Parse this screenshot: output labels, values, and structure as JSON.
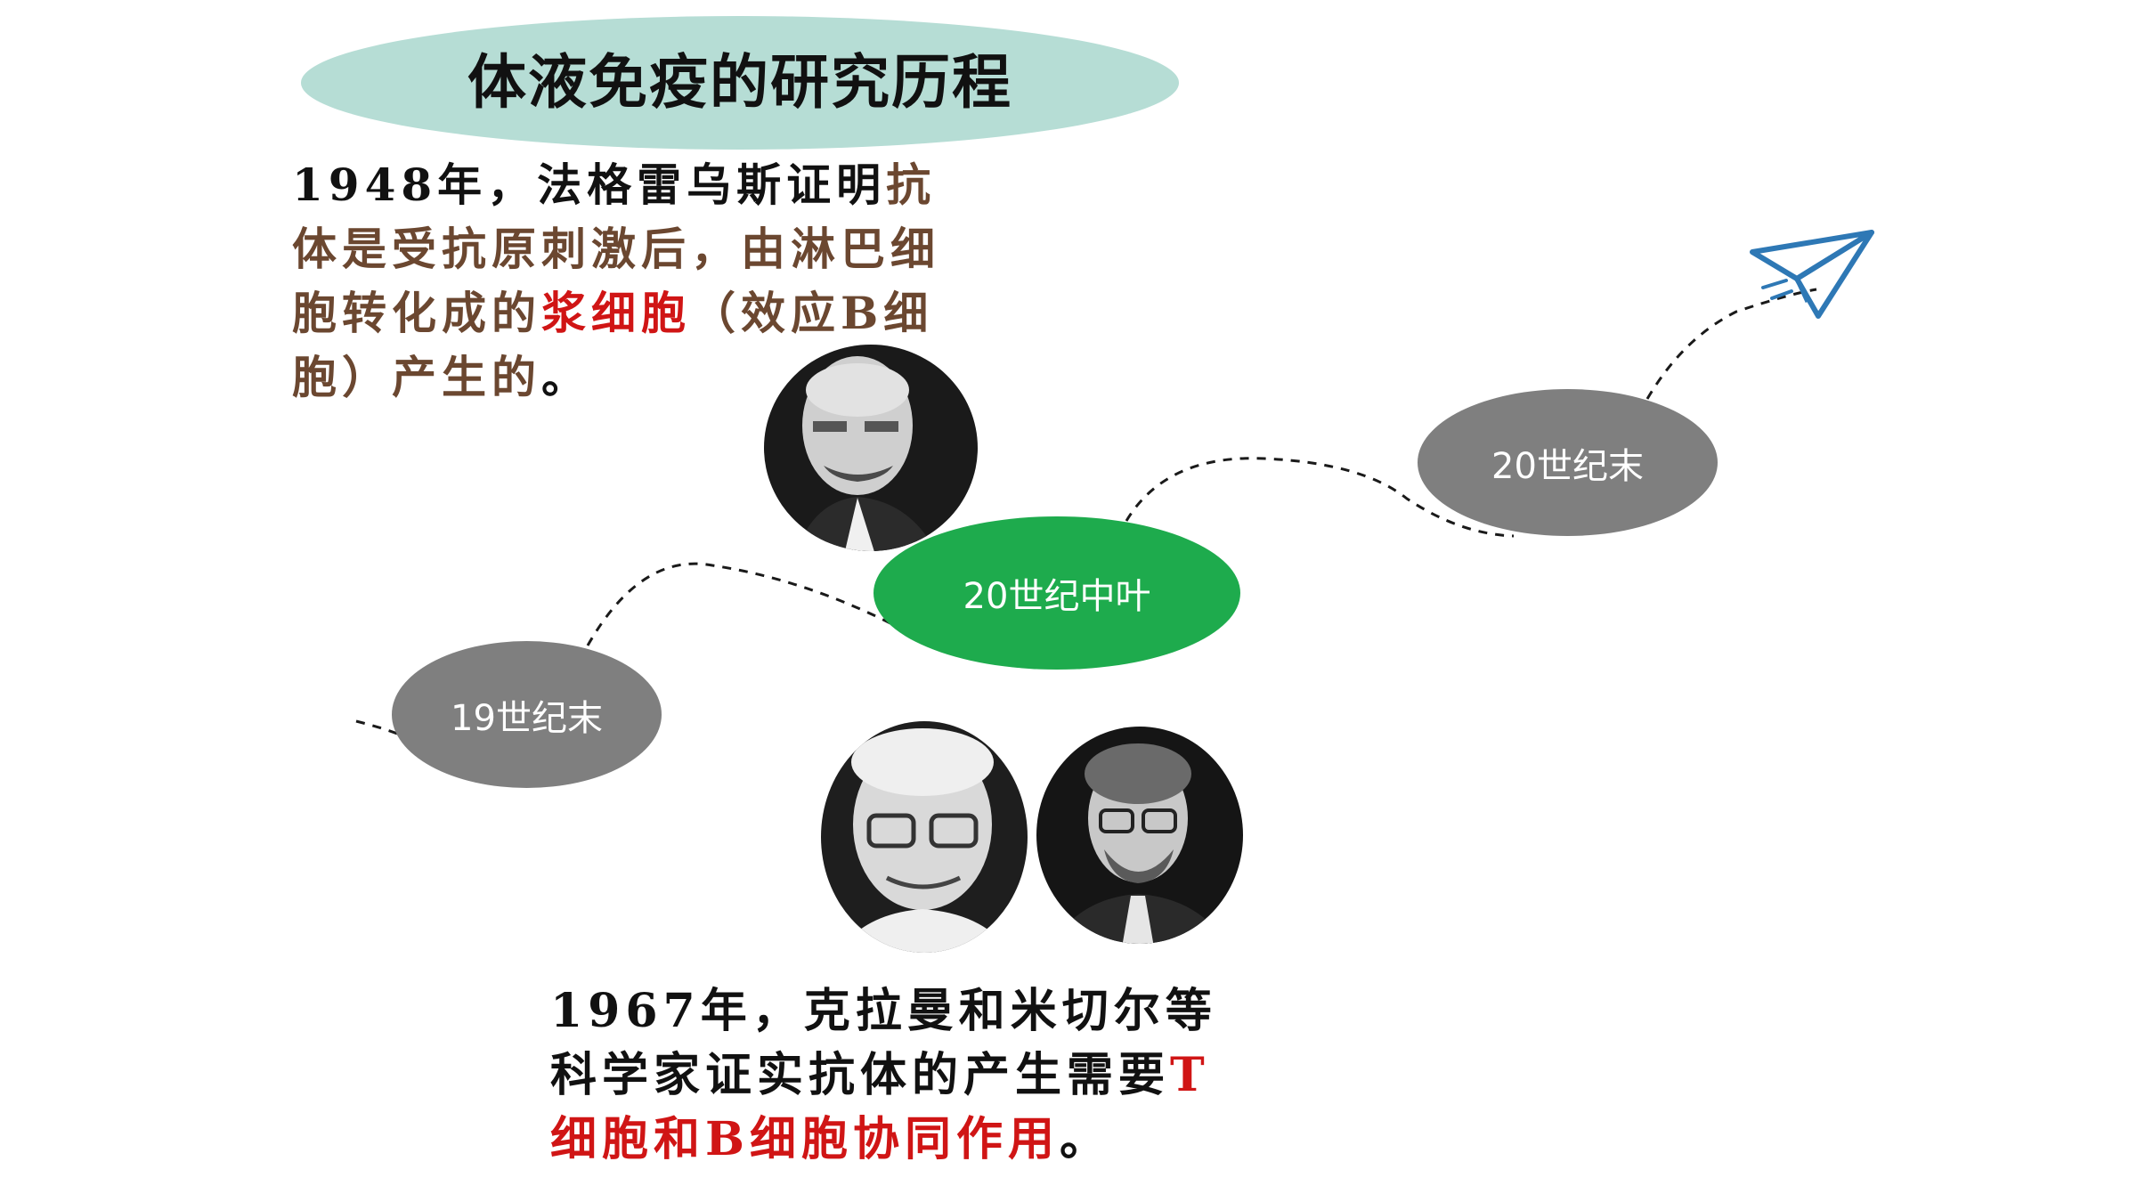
{
  "slide": {
    "title": "体液免疫的研究历程"
  },
  "milestones": [
    {
      "label": "19世纪末"
    },
    {
      "label": "20世纪中叶"
    },
    {
      "label": "20世纪末"
    }
  ],
  "paragraph_1948": {
    "segments": [
      {
        "text": "1948年，法格雷乌斯证明",
        "color": "#111111"
      },
      {
        "text": "抗体是受抗原刺激后，由淋巴细胞转化成的",
        "color": "#6b4730"
      },
      {
        "text": "浆细胞",
        "color": "#d01515"
      },
      {
        "text": "（效应B细胞）产生的",
        "color": "#6b4730"
      },
      {
        "text": "。",
        "color": "#111111"
      }
    ]
  },
  "paragraph_1967": {
    "segments": [
      {
        "text": "1967年，克拉曼和米切尔等科学家证实抗体的产生需要",
        "color": "#111111"
      },
      {
        "text": "T细胞和B细胞协同作用",
        "color": "#d01515"
      },
      {
        "text": "。",
        "color": "#111111"
      }
    ]
  },
  "icons": {
    "paper_plane": "paper-plane-icon",
    "colors": {
      "plane": "#2e78b5",
      "path": "#1a1a1a"
    }
  }
}
